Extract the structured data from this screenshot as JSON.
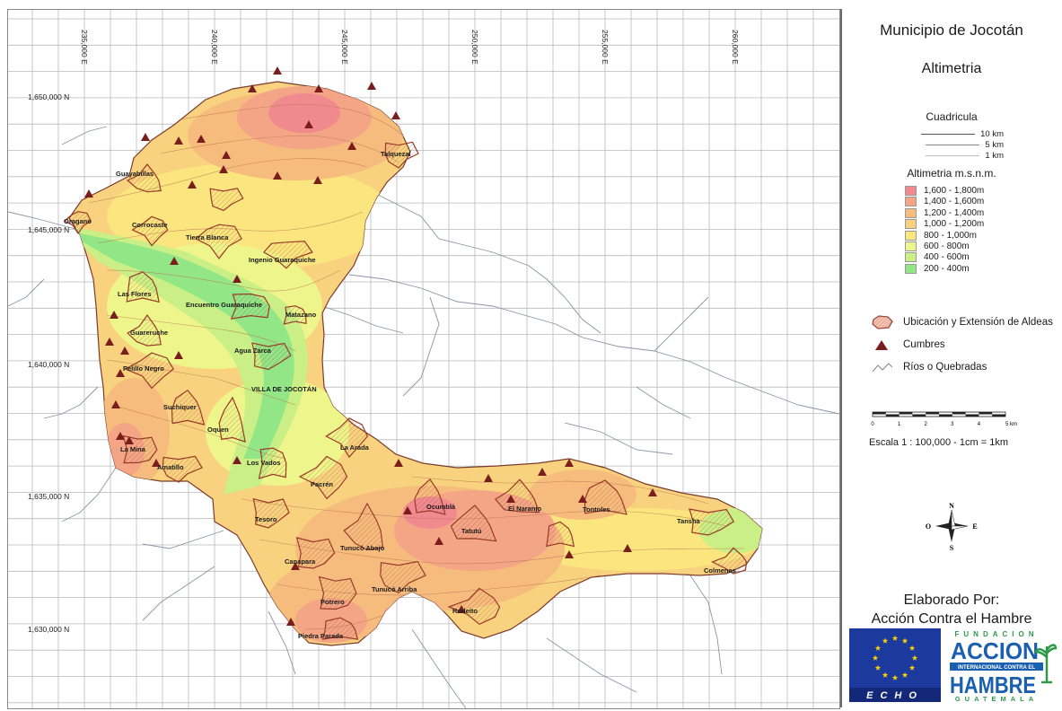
{
  "map": {
    "x_coords": [
      "235,000 E",
      "240,000 E",
      "245,000 E",
      "250,000 E",
      "255,000 E",
      "260,000 E"
    ],
    "y_coords": [
      "1,650,000 N",
      "1,645,000 N",
      "1,640,000 N",
      "1,635,000 N",
      "1,630,000 N"
    ],
    "places": [
      "Talquezal",
      "Guayabillas",
      "Oragano",
      "Corrocaste",
      "Tierra Blanca",
      "Ingenio Guaraquiche",
      "Las Flores",
      "Encuentro Guaraquiche",
      "Matazano",
      "Guareruche",
      "Agua Zarca",
      "Pelillo Negro",
      "VILLA DE JOCOTÁN",
      "Suchiquer",
      "Oquen",
      "La Mina",
      "Amatillo",
      "Los Vados",
      "La Arada",
      "Pacrén",
      "Ocumblá",
      "El Naranjo",
      "Tontoles",
      "Tesoro",
      "Tansha",
      "Tatutú",
      "Tunucó Abajo",
      "Canapara",
      "Colmenas",
      "Tunucó Arriba",
      "Potrero",
      "Rodeito",
      "Piedra Parada"
    ]
  },
  "legend": {
    "title": "Municipio de Jocotán",
    "subtitle": "Altimetria",
    "grid_title": "Cuadricula",
    "grid_items": [
      "10 km",
      "5 km",
      "1 km"
    ],
    "altimetry_title": "Altimetria m.s.n.m.",
    "altimetry_items": [
      {
        "label": "1,600 - 1,800m",
        "color": "#f08a8f"
      },
      {
        "label": "1,400 - 1,600m",
        "color": "#f4a585"
      },
      {
        "label": "1,200 - 1,400m",
        "color": "#f6bc7e"
      },
      {
        "label": "1,000 - 1,200m",
        "color": "#f8d27e"
      },
      {
        "label": "800 - 1,000m",
        "color": "#f9e77f"
      },
      {
        "label": "600 -   800m",
        "color": "#eef58a"
      },
      {
        "label": "400 -   600m",
        "color": "#c9ef86"
      },
      {
        "label": "200 -   400m",
        "color": "#92e686"
      }
    ],
    "symbols": [
      {
        "label": "Ubicación y Extensión de Aldeas"
      },
      {
        "label": "Cumbres"
      },
      {
        "label": "Ríos o Quebradas"
      }
    ],
    "scale_ticks": [
      "0",
      "1",
      "2",
      "3",
      "4",
      "5 km"
    ],
    "scale_text": "Escala 1 : 100,000   -   1cm = 1km",
    "compass": [
      "N",
      "O",
      "E",
      "S"
    ],
    "credit_line1": "Elaborado Por:",
    "credit_line2": "Acción Contra el Hambre"
  },
  "logos": {
    "echo_text": "ECHO",
    "fundacion_text": "FUNDACION",
    "accion_text": "ACCION",
    "internacional_text": "INTERNACIONAL CONTRA EL",
    "hambre_text": "HAMBRE",
    "guatemala_text": "GUATEMALA"
  }
}
